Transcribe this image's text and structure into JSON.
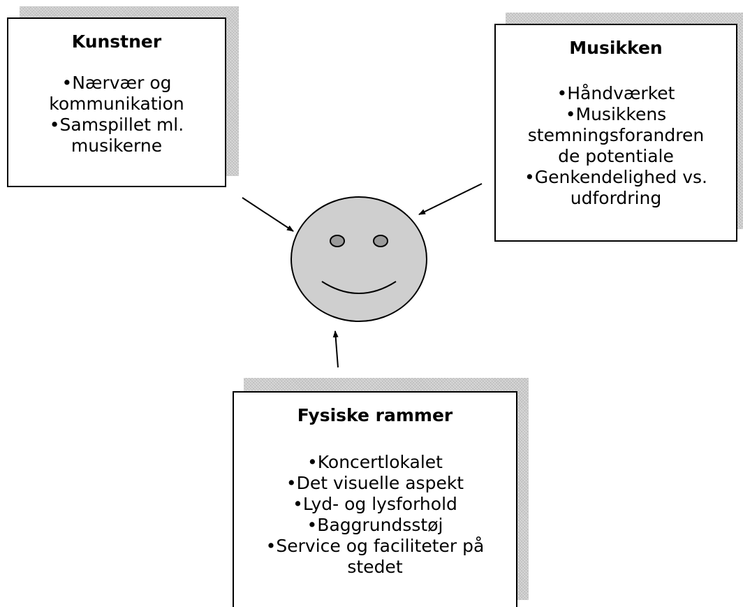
{
  "diagram": {
    "nodes": {
      "kunstner": {
        "title": "Kunstner",
        "items": [
          "•Nærvær og",
          "kommunikation",
          "•Samspillet ml.",
          "musikerne"
        ]
      },
      "musikken": {
        "title": "Musikken",
        "items": [
          "•Håndværket",
          "•Musikkens",
          "stemningsforandren",
          "de potentiale",
          "•Genkendelighed vs.",
          "udfordring"
        ]
      },
      "fysiske_rammer": {
        "title": "Fysiske rammer",
        "items": [
          "•Koncertlokalet",
          "•Det visuelle aspekt",
          "•Lyd- og lysforhold",
          "•Baggrundsstøj",
          "•Service og faciliteter på",
          "stedet"
        ]
      }
    },
    "center": "smiley-face",
    "edges": [
      {
        "from": "kunstner",
        "to": "smiley-face"
      },
      {
        "from": "musikken",
        "to": "smiley-face"
      },
      {
        "from": "fysiske_rammer",
        "to": "smiley-face"
      }
    ],
    "colors": {
      "face_fill": "#cfcfcf",
      "box_shadow": "#cccccc",
      "stroke": "#000000"
    }
  }
}
